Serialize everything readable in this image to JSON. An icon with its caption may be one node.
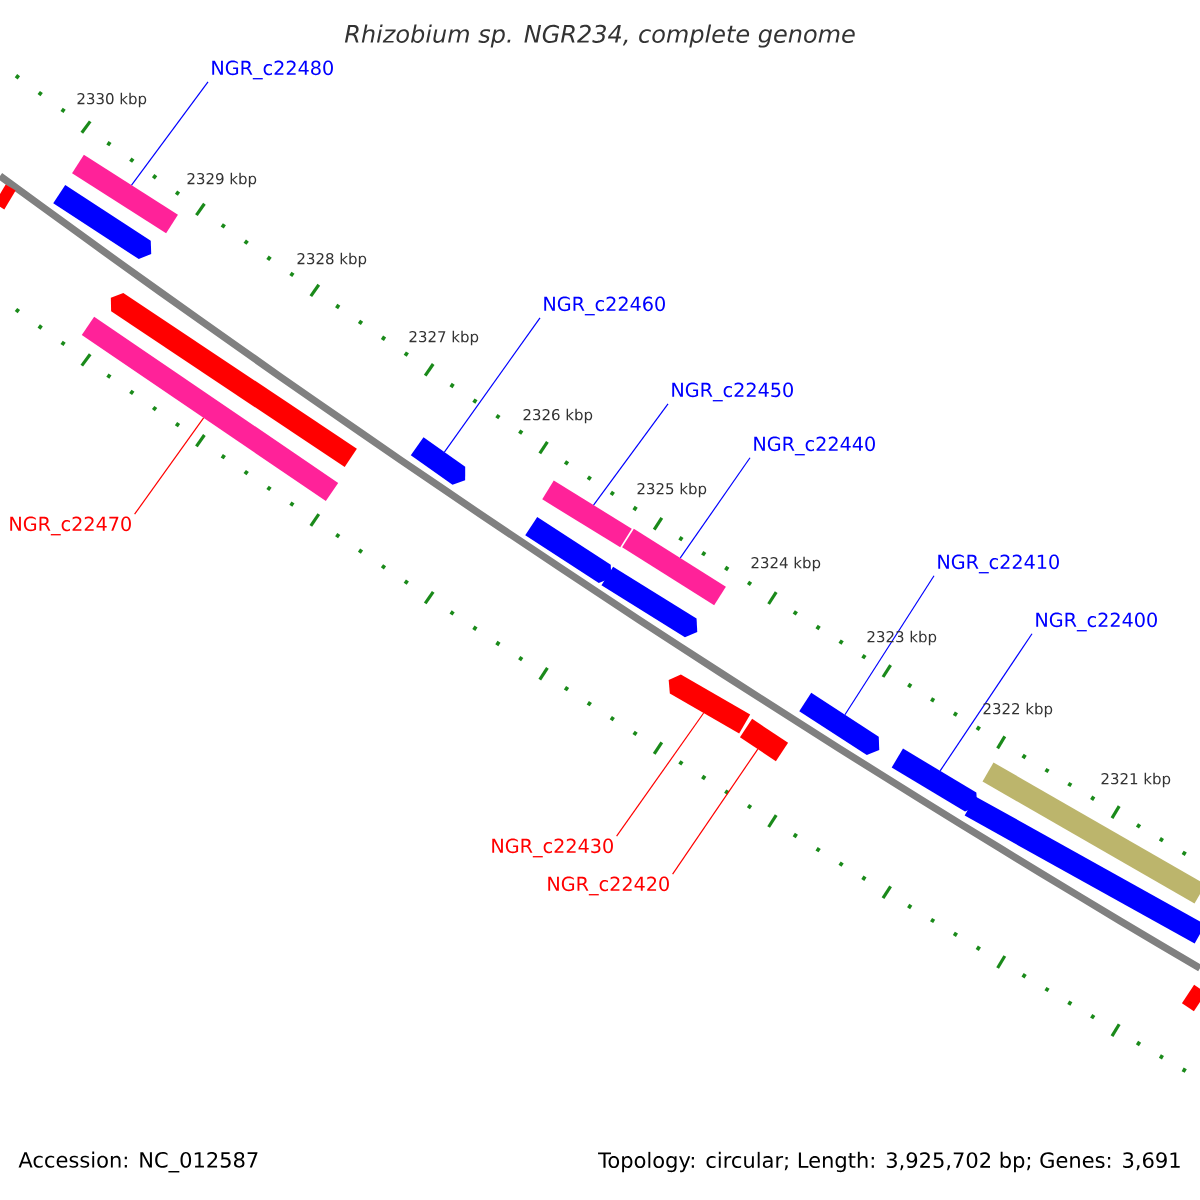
{
  "diagram": {
    "title": "Rhizobium sp. NGR234, complete genome",
    "nodes": [
      {
        "text": [
          "NGR_c22480"
        ]
      },
      {
        "text": [],
        "shape": "box"
      },
      {
        "text": [],
        "shape": "arrow"
      },
      {
        "text": [],
        "shape": "box"
      },
      {
        "text": [],
        "shape": "arrow"
      },
      {
        "text": [],
        "shape": "box"
      },
      {
        "text": [
          "NGR_c22470"
        ]
      },
      {
        "text": [
          "NGR_c22460"
        ]
      },
      {
        "text": [],
        "shape": "arrow"
      },
      {
        "text": [
          "NGR_c22450"
        ]
      },
      {
        "text": [],
        "shape": "box"
      },
      {
        "text": [
          "NGR_c22440"
        ]
      },
      {
        "text": [],
        "shape": "box"
      },
      {
        "text": [],
        "shape": "arrow"
      },
      {
        "text": [],
        "shape": "arrow"
      },
      {
        "text": [
          "NGR_c22430"
        ]
      },
      {
        "text": [],
        "shape": "arrow"
      },
      {
        "text": [
          "NGR_c22420"
        ]
      },
      {
        "text": [],
        "shape": "box"
      },
      {
        "text": [
          "NGR_c22410"
        ]
      },
      {
        "text": [],
        "shape": "arrow"
      },
      {
        "text": [
          "NGR_c22400"
        ]
      },
      {
        "text": [],
        "shape": "arrow"
      },
      {
        "text": [],
        "shape": "box"
      },
      {
        "text": [],
        "shape": "box"
      },
      {
        "text": [],
        "shape": "box"
      }
    ],
    "edges": [
      {
        "from": 0,
        "to": 1,
        "arrow": "none"
      },
      {
        "from": 6,
        "to": 5,
        "arrow": "none",
        "color": "#ff0000"
      },
      {
        "from": 7,
        "to": 8,
        "arrow": "none"
      },
      {
        "from": 9,
        "to": 10,
        "arrow": "none"
      },
      {
        "from": 11,
        "to": 12,
        "arrow": "none"
      },
      {
        "from": 15,
        "to": 16,
        "arrow": "none",
        "color": "#ff0000"
      },
      {
        "from": 17,
        "to": 18,
        "arrow": "none",
        "color": "#ff0000"
      },
      {
        "from": 19,
        "to": 20,
        "arrow": "none"
      },
      {
        "from": 21,
        "to": 22,
        "arrow": "none"
      }
    ],
    "labels": [
      "2330 kbp",
      "2329 kbp",
      "2328 kbp",
      "2327 kbp",
      "2326 kbp",
      "2325 kbp",
      "2324 kbp",
      "2323 kbp",
      "2322 kbp",
      "2321 kbp",
      "Accession: NC_012587",
      "Topology: circular; Length: 3,925,702 bp; Genes: 3,691"
    ]
  }
}
